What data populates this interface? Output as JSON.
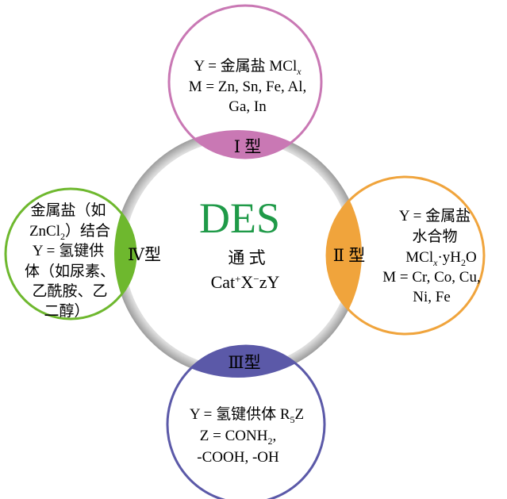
{
  "center": {
    "title": "DES",
    "subtitle": "通 式",
    "formula_parts": {
      "cat": "Cat",
      "plus": "+",
      "x": "X",
      "minus": "−",
      "rest": "zY"
    }
  },
  "types": {
    "type1": {
      "label": "Ⅰ 型",
      "line1": "Y = 金属盐 MCl",
      "line1_sub": "x",
      "line2": "M = Zn, Sn, Fe, Al,",
      "line3": "Ga, In"
    },
    "type2": {
      "label": "Ⅱ 型",
      "line1": "Y = 金属盐",
      "line2": "水合物",
      "line3_a": "MCl",
      "line3_sub_x": "x",
      "line3_b": "·yH",
      "line3_sub_2": "2",
      "line3_c": "O",
      "line4": "M = Cr, Co, Cu,",
      "line5": "Ni, Fe"
    },
    "type3": {
      "label": "Ⅲ型",
      "line1_a": "Y = 氢键供体 R",
      "line1_sub": "5",
      "line1_b": "Z",
      "line2_a": "Z = CONH",
      "line2_sub": "2",
      "line2_b": ",",
      "line3": "-COOH, -OH"
    },
    "type4": {
      "label": "Ⅳ型",
      "line1": "金属盐（如",
      "line2_a": "ZnCl",
      "line2_sub": "2",
      "line2_b": "）结合",
      "line3": "Y = 氢键供",
      "line4": "体（如尿素、",
      "line5": "乙酰胺、乙",
      "line6": "二醇）"
    }
  },
  "colors": {
    "type1": "#c978b4",
    "type2": "#f0a43c",
    "type3": "#5b59a8",
    "type4": "#6eb82e",
    "title": "#1f9a48",
    "ring": "#b3b3b3"
  }
}
